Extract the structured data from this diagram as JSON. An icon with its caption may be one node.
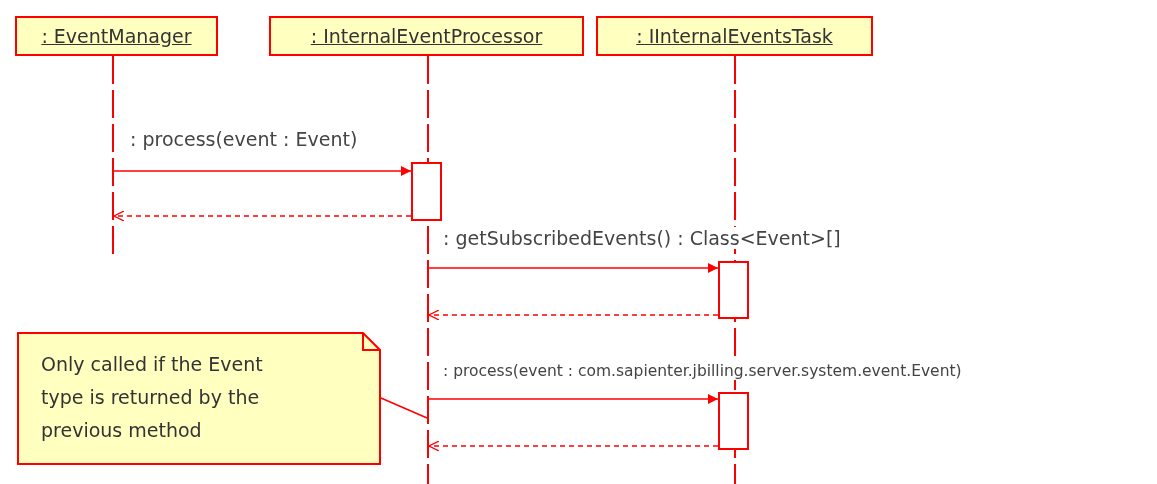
{
  "diagram": {
    "nodes": [
      {
        "text": [
          ": EventManager"
        ]
      },
      {
        "text": [
          ": InternalEventProcessor"
        ]
      },
      {
        "text": [
          ": IInternalEventsTask"
        ]
      },
      {
        "text": [],
        "shape": "line"
      },
      {
        "text": [],
        "shape": "line"
      },
      {
        "text": [],
        "shape": "line"
      },
      {
        "text": [],
        "shape": "box"
      },
      {
        "text": [],
        "shape": "box"
      },
      {
        "text": [],
        "shape": "box"
      },
      {
        "text": [
          "Only called if the Event type is returned by the previous method"
        ]
      }
    ],
    "edges": [
      {
        "from": 3,
        "to": 6,
        "arrow": "to",
        "label": ": process(event : Event)"
      },
      {
        "from": 6,
        "to": 3,
        "arrow": "to",
        "style": "dashed"
      },
      {
        "from": 4,
        "to": 7,
        "arrow": "to",
        "label": ": getSubscribedEvents() : Class<Event>[]"
      },
      {
        "from": 7,
        "to": 4,
        "arrow": "to",
        "style": "dashed"
      },
      {
        "from": 4,
        "to": 8,
        "arrow": "to",
        "label": ": process(event : com.sapienter.jbilling.server.system.event.Event)"
      },
      {
        "from": 8,
        "to": 4,
        "arrow": "to",
        "style": "dashed"
      },
      {
        "from": 9,
        "to": 4,
        "arrow": "none"
      }
    ]
  }
}
